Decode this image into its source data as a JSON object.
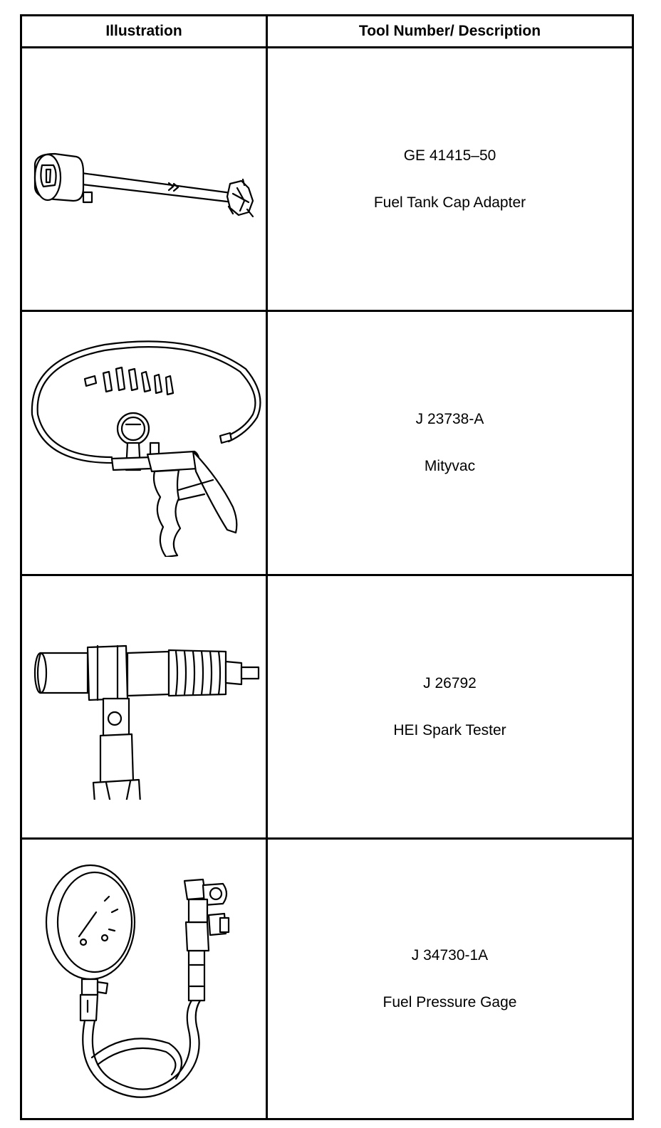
{
  "header": {
    "illustration": "Illustration",
    "tool_description": "Tool Number/ Description"
  },
  "rows": [
    {
      "tool_number": "GE 41415–50",
      "description": "Fuel Tank Cap Adapter",
      "icon": "fuel-tank-cap-adapter-illustration"
    },
    {
      "tool_number": "J 23738-A",
      "description": "Mityvac",
      "icon": "mityvac-vacuum-pump-illustration"
    },
    {
      "tool_number": "J 26792",
      "description": "HEI Spark Tester",
      "icon": "hei-spark-tester-illustration"
    },
    {
      "tool_number": "J 34730-1A",
      "description": "Fuel Pressure Gage",
      "icon": "fuel-pressure-gage-illustration"
    }
  ]
}
